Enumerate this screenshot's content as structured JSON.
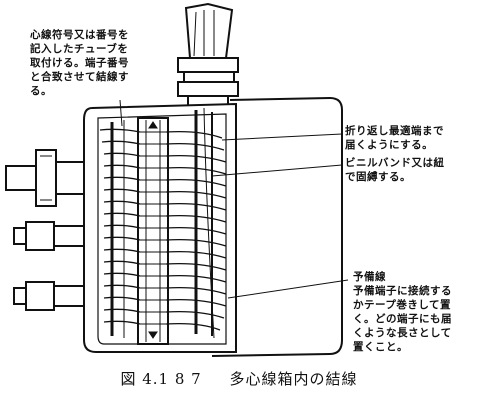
{
  "annotations": {
    "top_left": "心線符号又は番号を\n記入したチューブを\n取付ける。端子番号\nと合致させて結線す\nる。",
    "right_fold": "折り返し最適端まで\n届くようにする。",
    "right_band": "ビニルバンド又は紐\nで固縛する。",
    "right_spare": "予備線\n予備端子に接続する\nかテープ巻きして置\nく。どの端子にも届\nくような長さとして\n置くこと。"
  },
  "caption": {
    "number": "図 4.1 8 7",
    "title": "多心線箱内の結線"
  }
}
